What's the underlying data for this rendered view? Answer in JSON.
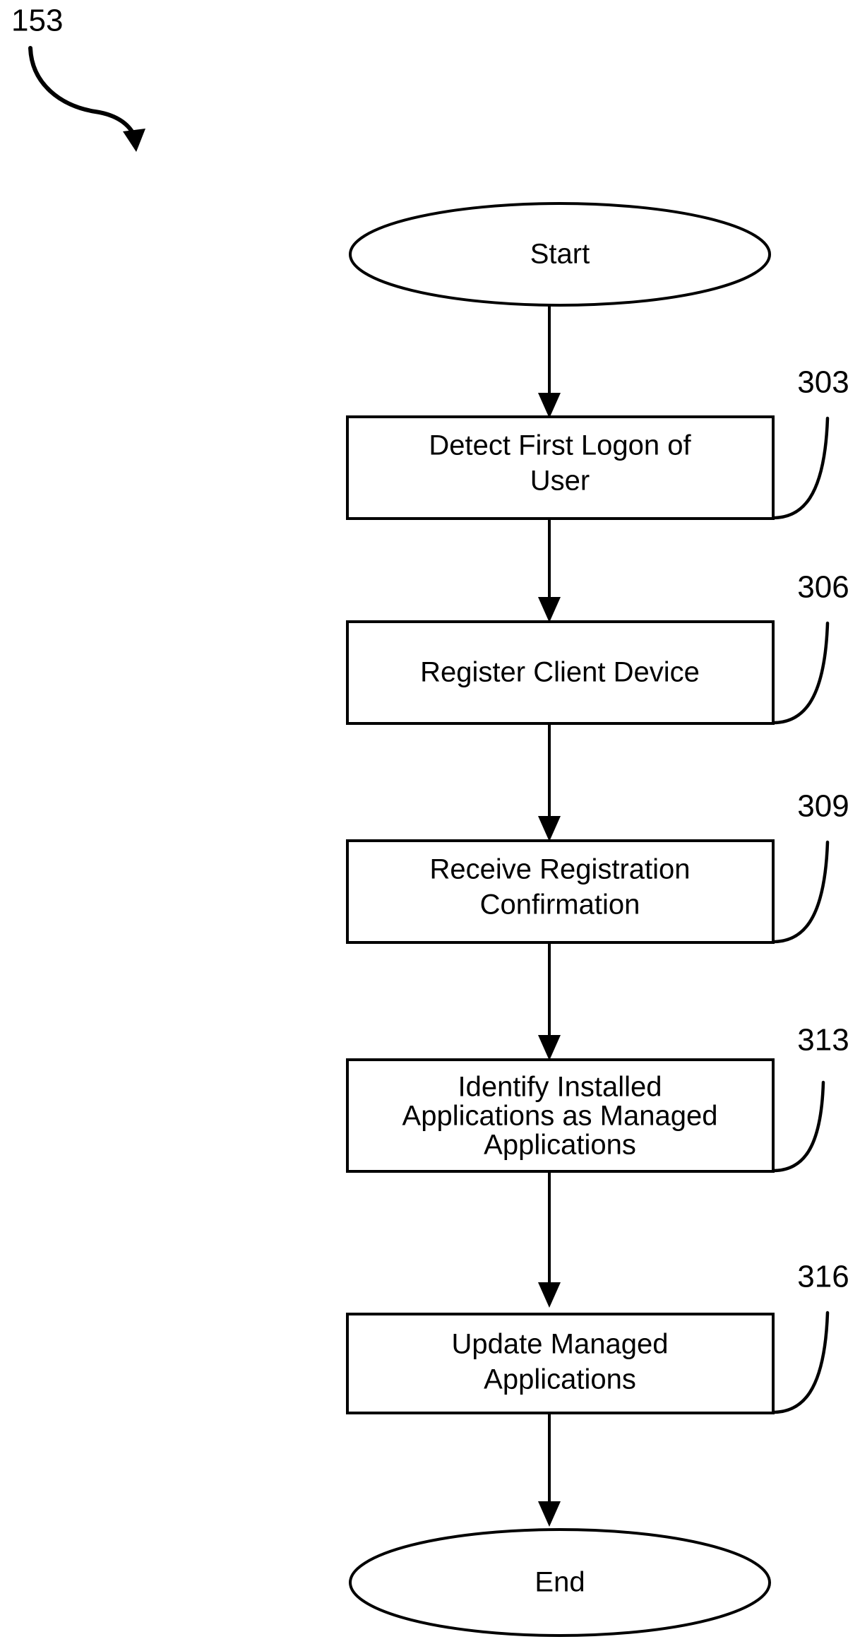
{
  "figure": {
    "numeral": "153",
    "type": "flowchart",
    "orientation": "vertical",
    "background_color": "#ffffff",
    "line_color": "#000000"
  },
  "nodes": [
    {
      "id": "start",
      "shape": "ellipse",
      "lines": [
        "Start"
      ],
      "reference_numeral": ""
    },
    {
      "id": "detect-first-logon",
      "shape": "rectangle",
      "lines": [
        "Detect First Logon of",
        "User"
      ],
      "reference_numeral": "303"
    },
    {
      "id": "register-client-device",
      "shape": "rectangle",
      "lines": [
        "Register Client Device"
      ],
      "reference_numeral": "306"
    },
    {
      "id": "receive-registration-confirmation",
      "shape": "rectangle",
      "lines": [
        "Receive Registration",
        "Confirmation"
      ],
      "reference_numeral": "309"
    },
    {
      "id": "identify-installed-applications",
      "shape": "rectangle",
      "lines": [
        "Identify Installed",
        "Applications as Managed",
        "Applications"
      ],
      "reference_numeral": "313"
    },
    {
      "id": "update-managed-applications",
      "shape": "rectangle",
      "lines": [
        "Update Managed",
        "Applications"
      ],
      "reference_numeral": "316"
    },
    {
      "id": "end",
      "shape": "ellipse",
      "lines": [
        "End"
      ],
      "reference_numeral": ""
    }
  ],
  "labels": {
    "start": "Start",
    "detect_l1": "Detect First Logon of",
    "detect_l2": "User",
    "register_l1": "Register Client Device",
    "receive_l1": "Receive Registration",
    "receive_l2": "Confirmation",
    "identify_l1": "Identify Installed",
    "identify_l2": "Applications as Managed",
    "identify_l3": "Applications",
    "update_l1": "Update Managed",
    "update_l2": "Applications",
    "end": "End"
  },
  "reference_numerals": {
    "figure": "153",
    "detect": "303",
    "register": "306",
    "receive": "309",
    "identify": "313",
    "update": "316"
  }
}
